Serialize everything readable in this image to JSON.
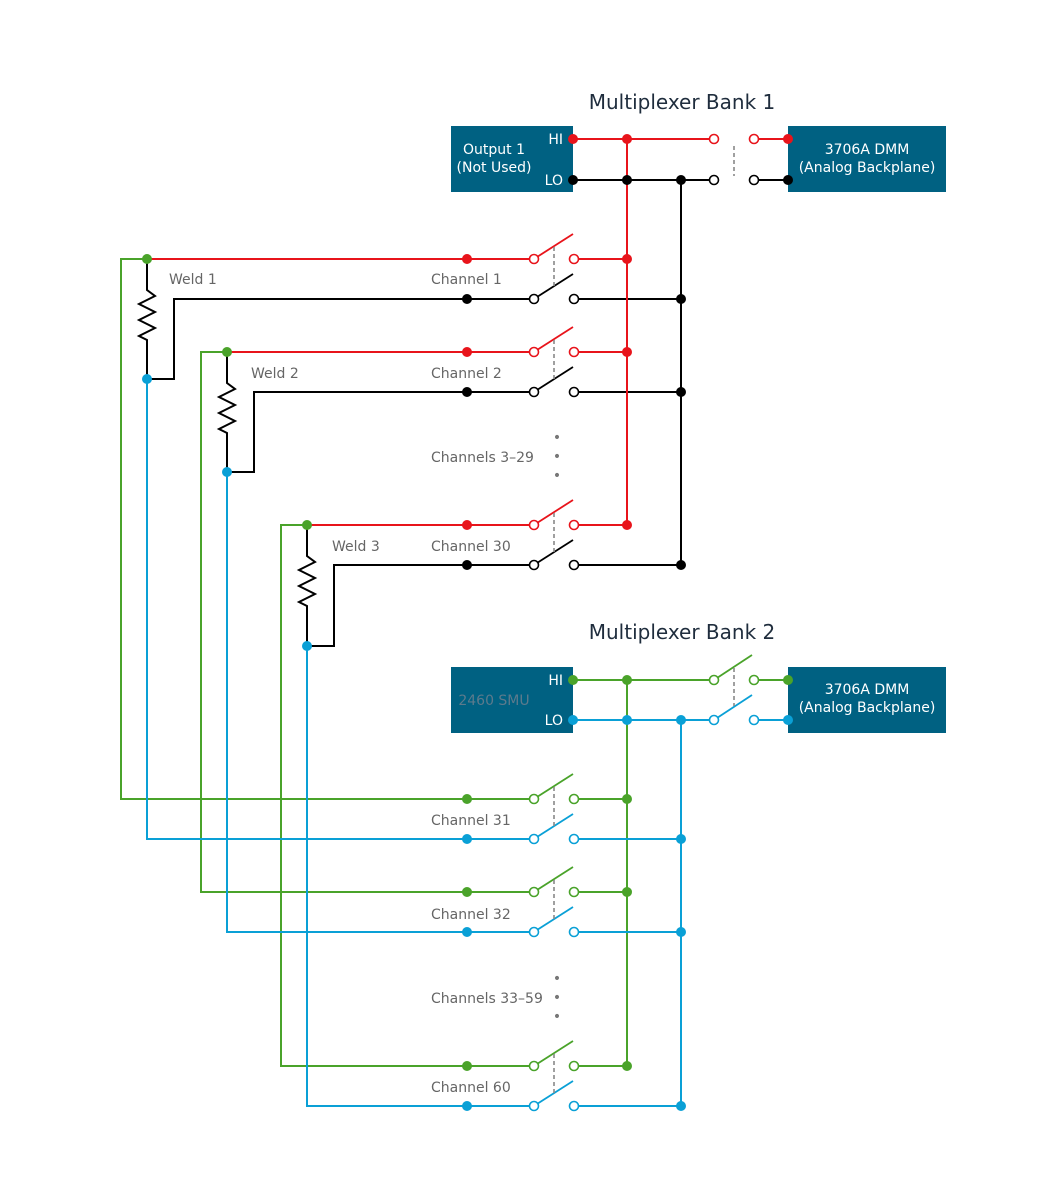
{
  "colors": {
    "hi_bank1": "#e8141b",
    "lo_bank1": "#000000",
    "hi_bank2": "#4aa32a",
    "lo_bank2": "#0aa0d6",
    "box_fill": "#006182",
    "dash": "#888888"
  },
  "bank1": {
    "title": "Multiplexer Bank 1",
    "source_box": {
      "line1": "Output 1",
      "line2": "(Not Used)",
      "hi": "HI",
      "lo": "LO"
    },
    "dmm_box": {
      "line1": "3706A DMM",
      "line2": "(Analog Backplane)"
    },
    "channels": [
      "Channel 1",
      "Channel 2",
      "Channels 3–29",
      "Channel 30"
    ]
  },
  "bank2": {
    "title": "Multiplexer Bank 2",
    "source_box": {
      "line1": "2460 SMU",
      "hi": "HI",
      "lo": "LO"
    },
    "dmm_box": {
      "line1": "3706A DMM",
      "line2": "(Analog Backplane)"
    },
    "channels": [
      "Channel 31",
      "Channel 32",
      "Channels 33–59",
      "Channel 60"
    ]
  },
  "welds": [
    "Weld 1",
    "Weld 2",
    "Weld 3"
  ],
  "ellipsis_glyph": "•"
}
